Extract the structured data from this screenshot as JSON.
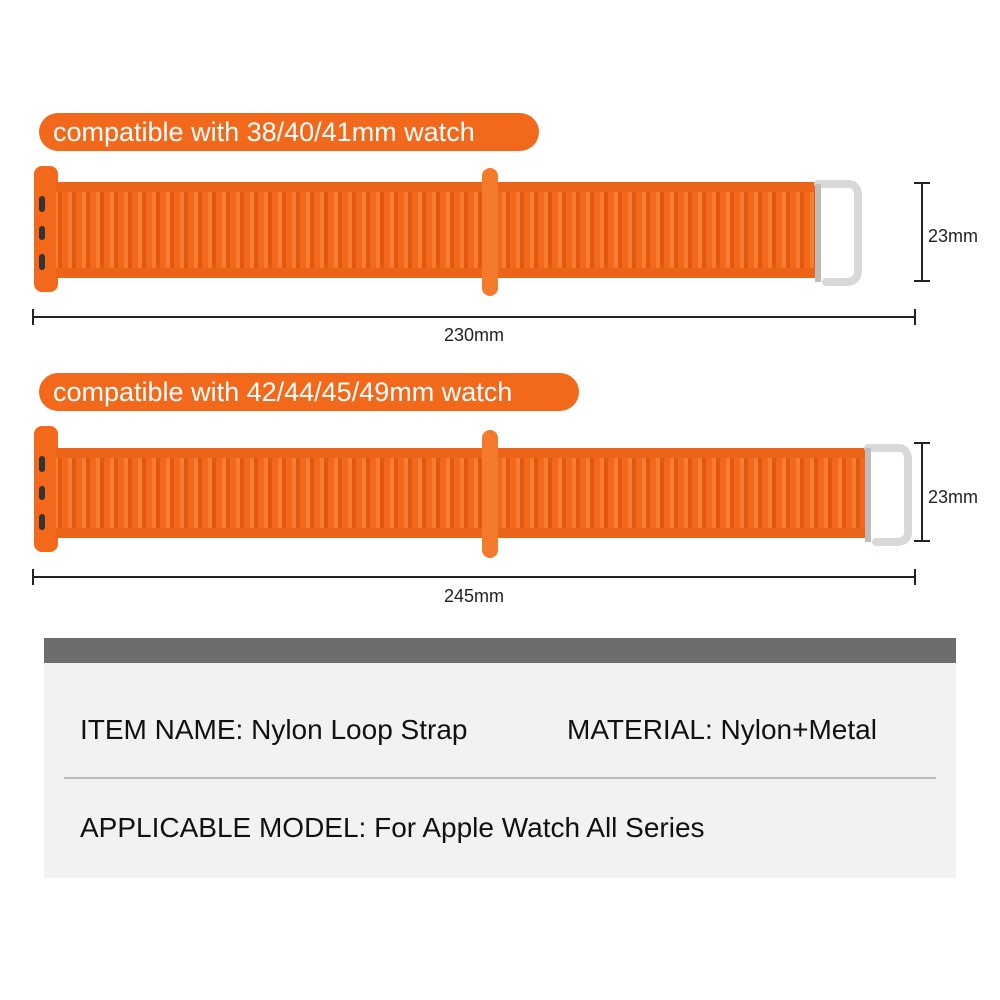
{
  "colors": {
    "strap": "#f2691c",
    "strap_dark": "#d9500e",
    "metal": "#d8d8d8",
    "info_bar": "#6d6d6d",
    "info_bg": "#f2f2f2"
  },
  "small_band": {
    "compat_label": "compatible with 38/40/41mm watch",
    "length_label": "230mm",
    "width_label": "23mm"
  },
  "large_band": {
    "compat_label": "compatible with 42/44/45/49mm watch",
    "length_label": "245mm",
    "width_label": "23mm"
  },
  "specs": {
    "item_name": "ITEM NAME: Nylon Loop Strap",
    "material": "MATERIAL: Nylon+Metal",
    "applicable_model": "APPLICABLE MODEL: For Apple Watch All Series"
  }
}
